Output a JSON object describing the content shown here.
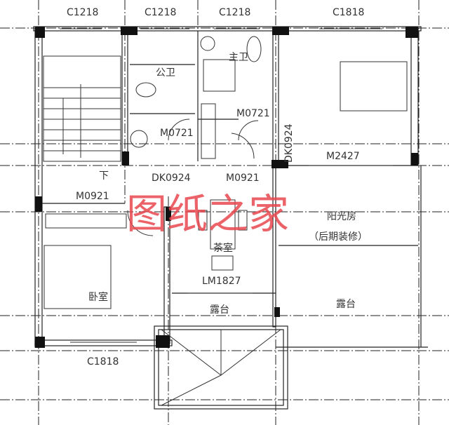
{
  "plan": {
    "window_labels_top": [
      "C1218",
      "C1218",
      "C1218",
      "C1818"
    ],
    "window_label_bottom": "C1818",
    "rooms": {
      "public_bath": "公卫",
      "master_bath": "主卫",
      "tea_room": "茶室",
      "bedroom": "卧室",
      "sunroom": "阳光房",
      "sunroom_note": "（后期装修）",
      "terrace_left": "露台",
      "terrace_right": "露台",
      "stair_down": "下"
    },
    "door_labels": {
      "public_bath_door": "M0721",
      "master_bath_door": "M0721",
      "bedroom_right_window_door": "DK0924",
      "sliding_door": "M2427",
      "hall_window_door": "DK0924",
      "master_door": "M0921",
      "bedroom_door": "M0921",
      "tea_room_door": "LM1827"
    },
    "watermark": "图纸之家",
    "watermark_color": "#e8484f"
  }
}
